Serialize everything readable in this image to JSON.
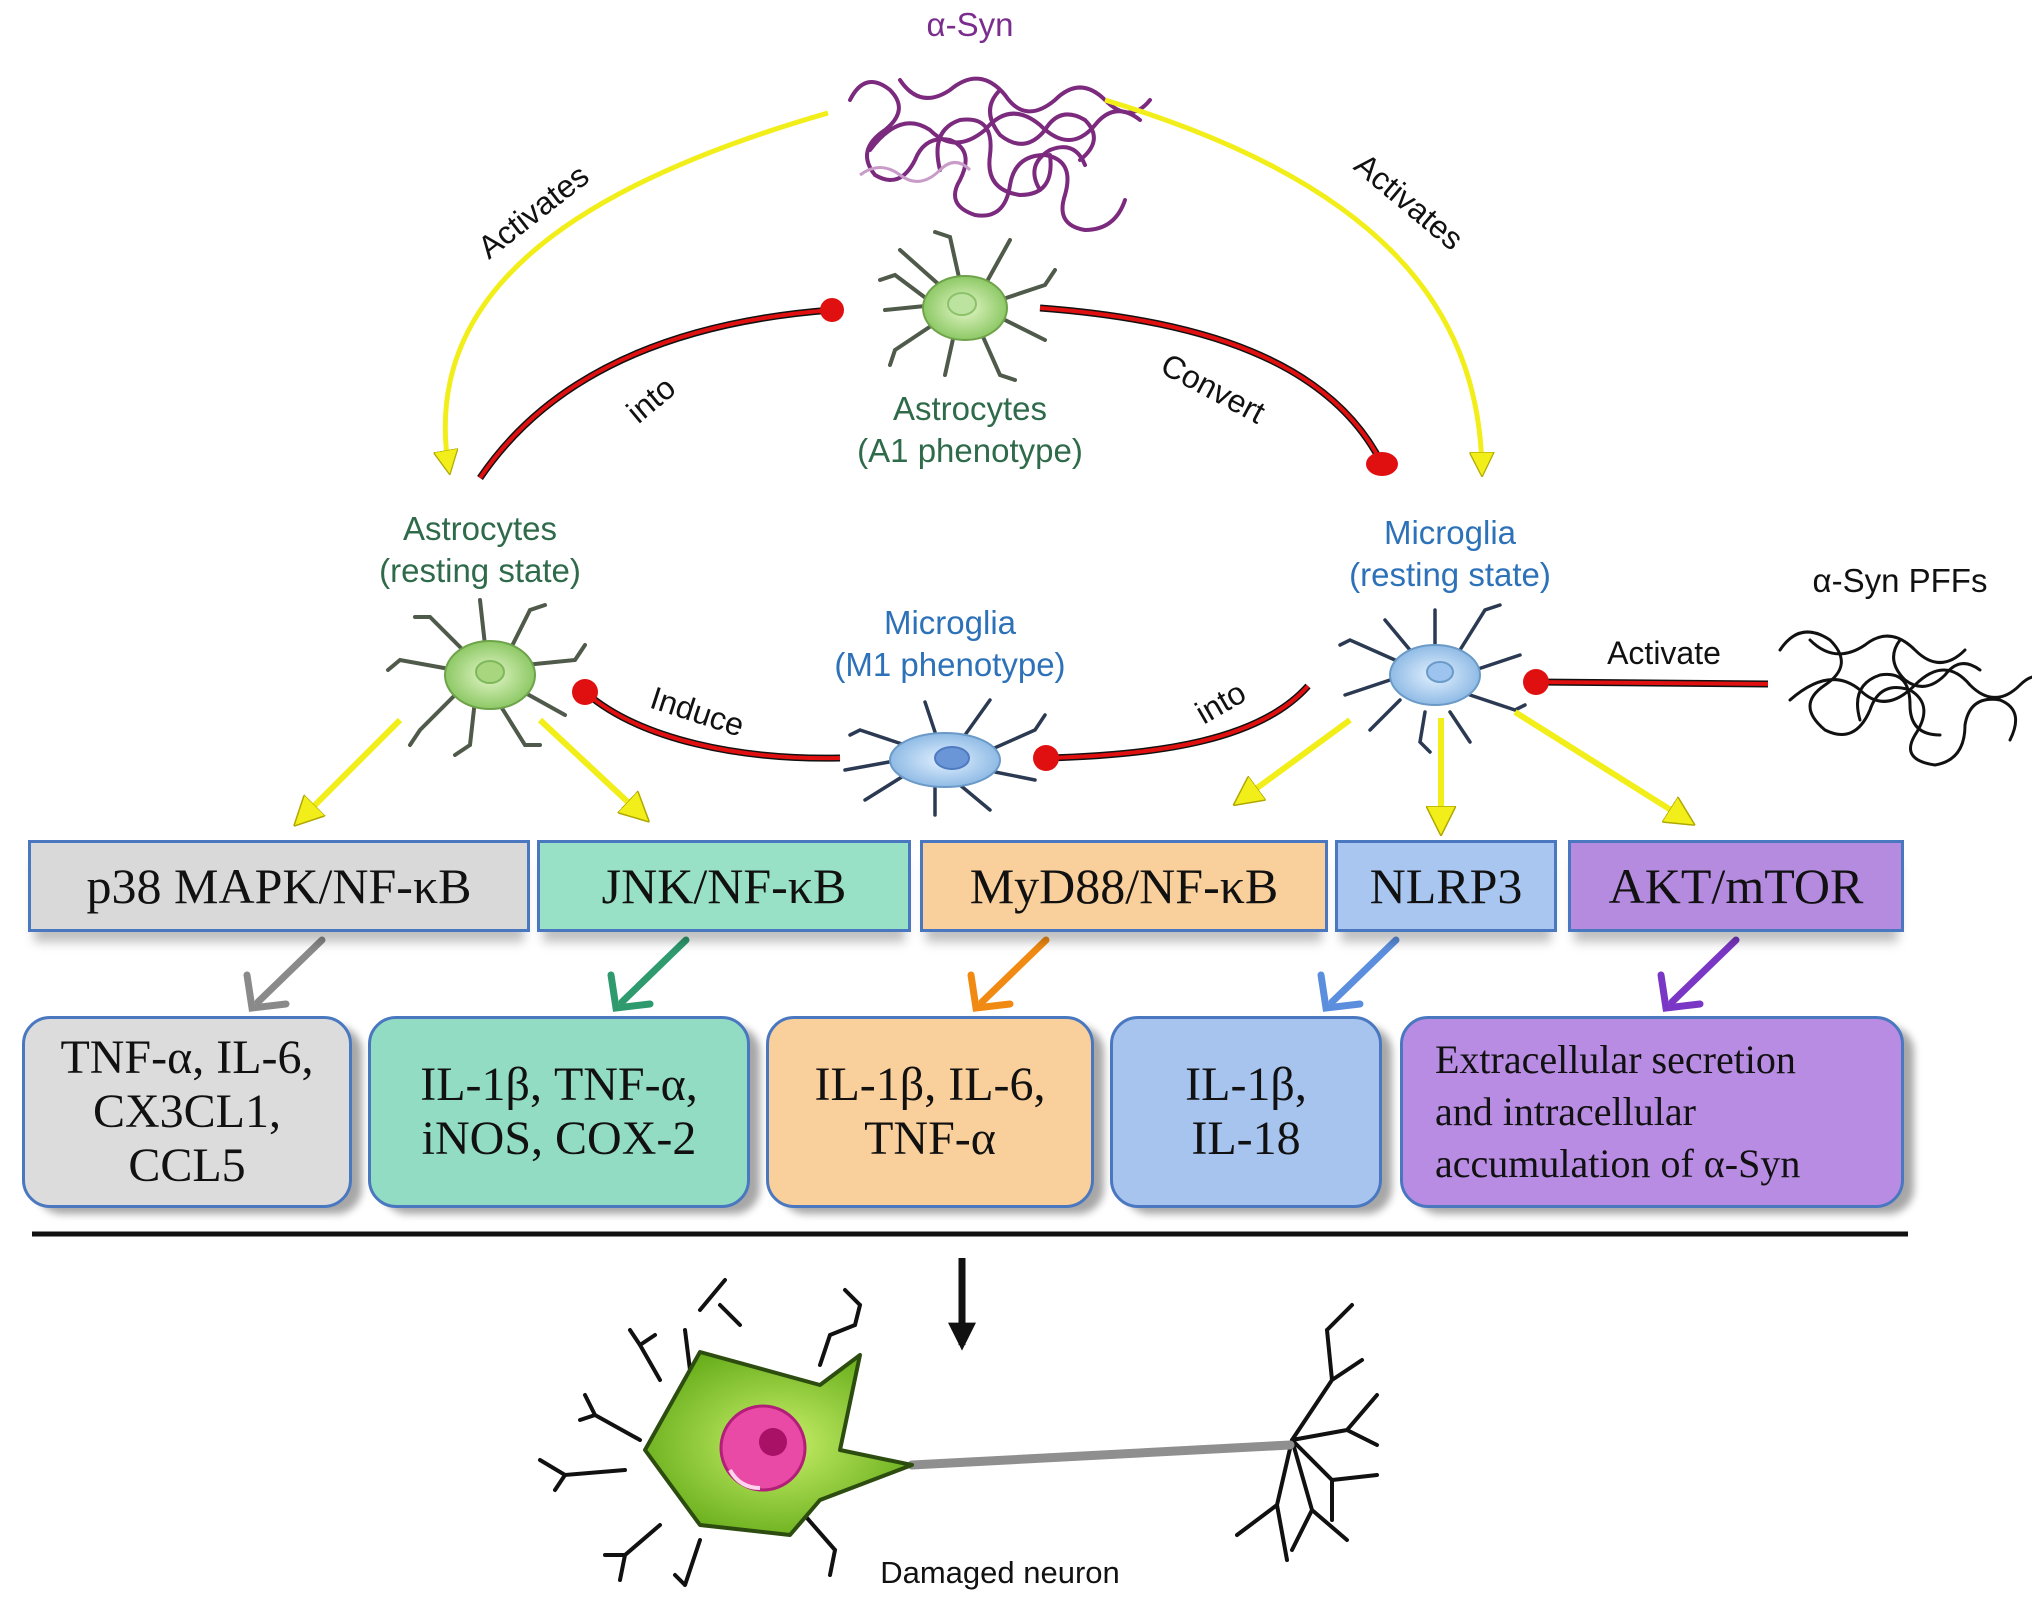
{
  "labels": {
    "asyn": "α-Syn",
    "asyn_pffs": "α-Syn PFFs",
    "astro_a1_line1": "Astrocytes",
    "astro_a1_line2": "(A1 phenotype)",
    "astro_rest_line1": "Astrocytes",
    "astro_rest_line2": "(resting state)",
    "micro_rest_line1": "Microglia",
    "micro_rest_line2": "(resting state)",
    "micro_m1_line1": "Microglia",
    "micro_m1_line2": "(M1 phenotype)",
    "damaged_neuron": "Damaged neuron"
  },
  "edges": {
    "activates_left": "Activates",
    "activates_right": "Activates",
    "into_top": "into",
    "convert": "Convert",
    "induce": "Induce",
    "into_bottom": "into",
    "activate_pffs": "Activate"
  },
  "pathways": [
    {
      "label": "p38 MAPK/NF-κB",
      "color": "#d9d9d9"
    },
    {
      "label": "JNK/NF-κB",
      "color": "#98e0c6"
    },
    {
      "label": "MyD88/NF-κB",
      "color": "#f9cf9b"
    },
    {
      "label": "NLRP3",
      "color": "#a8c6ef"
    },
    {
      "label": "AKT/mTOR",
      "color": "#b58be0"
    }
  ],
  "outcomes": [
    {
      "text": "TNF-α, IL-6,\nCX3CL1,\nCCL5",
      "color": "#dcdcdc"
    },
    {
      "text": "IL-1β, TNF-α,\niNOS, COX-2",
      "color": "#93dcc4"
    },
    {
      "text": "IL-1β, IL-6,\nTNF-α",
      "color": "#f9cf9b"
    },
    {
      "text": "IL-1β,\nIL-18",
      "color": "#a6c4ee"
    },
    {
      "text": "Extracellular secretion\nand intracellular\naccumulation of α-Syn",
      "color": "#b88ce2"
    }
  ],
  "colors": {
    "asyn_label": "#7b2d8e",
    "astro_label": "#2f6b4a",
    "micro_label": "#2d72b8",
    "yellow_arrow": "#f2ee1a",
    "inhibit_line": "#e01010",
    "arrow_gray": "#8a8a8a",
    "arrow_green": "#2e9a6e",
    "arrow_orange": "#f08a12",
    "arrow_blue": "#5b8fde",
    "arrow_purple": "#7a36c4"
  }
}
